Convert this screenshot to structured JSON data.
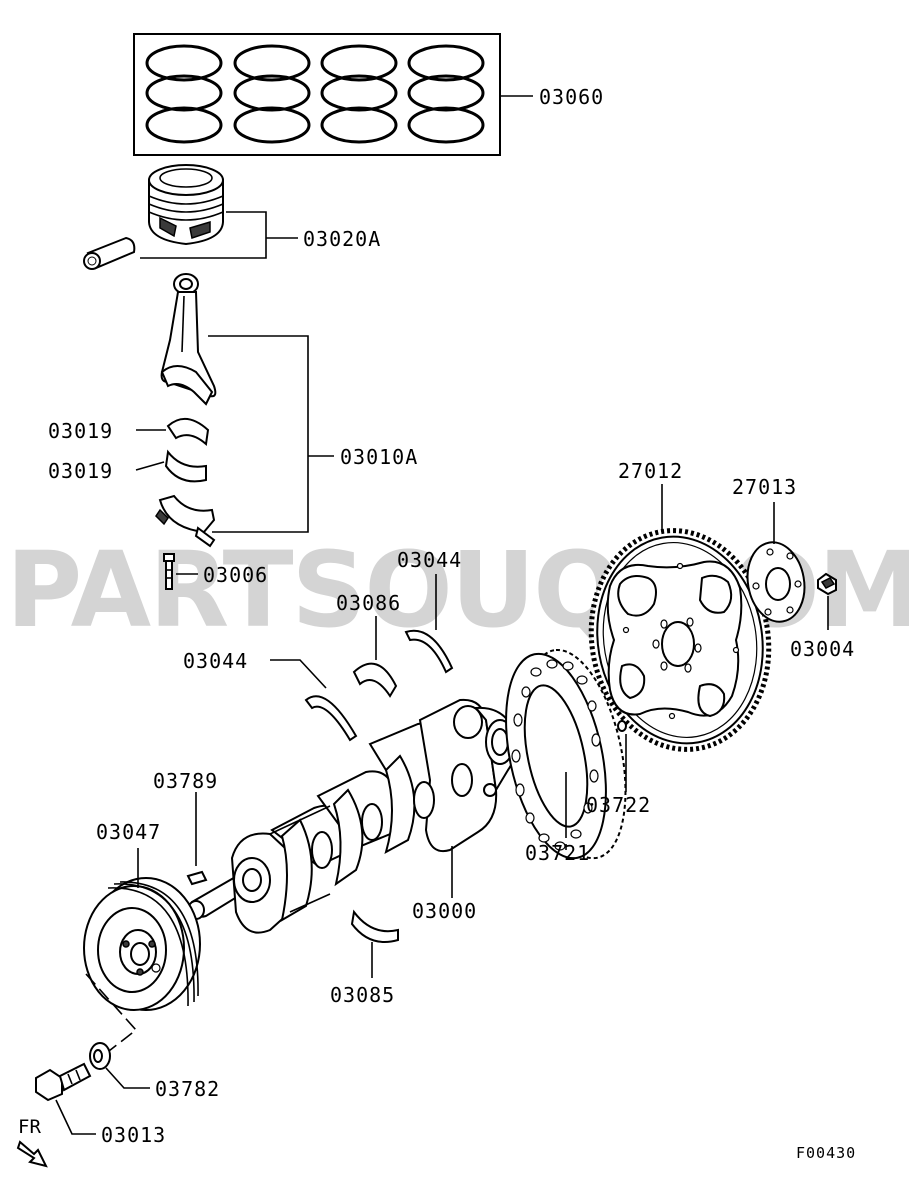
{
  "diagram": {
    "watermark": "PARTSOUQ.COM",
    "figure_code": "F00430",
    "direction_label": "FR",
    "callouts": {
      "piston_ring_set": "03060",
      "piston_and_pin": "03020A",
      "connecting_rod_assembly": "03010A",
      "rod_bearing_upper": "03019",
      "rod_bearing_lower": "03019",
      "rod_bolt": "03006",
      "thrust_washer_upper": "03044",
      "main_bearing_upper": "03086",
      "thrust_washer_lower": "03044",
      "key": "03789",
      "crankshaft_pulley": "03047",
      "crankshaft": "03000",
      "main_bearing_lower": "03085",
      "pulley_washer": "03782",
      "pulley_bolt": "03013",
      "sensing_plate": "03721",
      "dowel_pin": "03722",
      "drive_plate": "27012",
      "adapter_plate": "27013",
      "drive_plate_bolt": "03004"
    }
  }
}
